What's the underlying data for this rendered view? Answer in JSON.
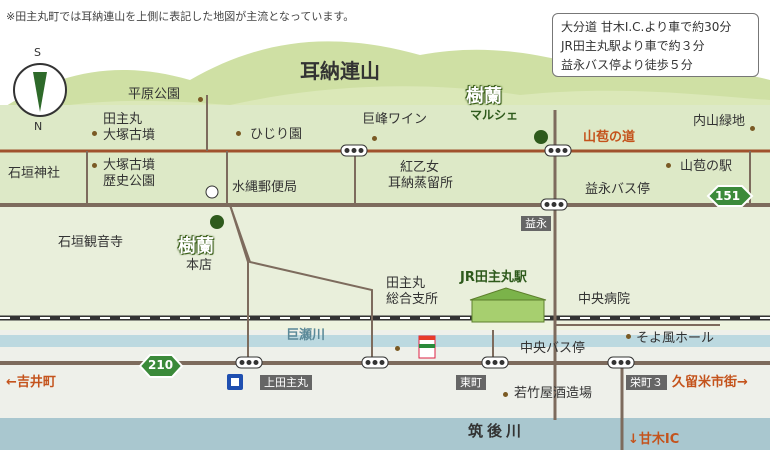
{
  "note": "※田主丸町では耳納連山を上側に表記した地図が主流となっています。",
  "access": [
    "大分道 甘木I.C.より車で約30分",
    "JR田主丸駅より車で約３分",
    "益永バス停より徒歩５分"
  ],
  "compass": {
    "south": "S",
    "north": "N"
  },
  "mountain": "耳納連山",
  "roads": {
    "yamabiko_no_michi": "山苞の道",
    "route_151": "151",
    "route_210": "210",
    "to_yoshii": "←吉井町",
    "to_kurume": "久留米市街→",
    "to_amagi_ic": "↓甘木IC"
  },
  "rivers": {
    "chikugo": "筑後川",
    "kose": "巨瀬川"
  },
  "places": {
    "hirabaru_park": "平原公園",
    "tanushimaru_otsuka_kofun_1": "田主丸",
    "tanushimaru_otsuka_kofun_2": "大塚古墳",
    "hijiri_en": "ひじり園",
    "kyoho_wine": "巨峰ワイン",
    "ishigaki_jinja": "石垣神社",
    "otsuka_park_1": "大塚古墳",
    "otsuka_park_2": "歴史公園",
    "mizunawa_post": "水縄郵便局",
    "beniotome_1": "紅乙女",
    "beniotome_2": "耳納蒸留所",
    "uchiyama_ryokuchi": "内山緑地",
    "yamabiko_no_eki": "山苞の駅",
    "masunaga_bus": "益永バス停",
    "ishigaki_kannon": "石垣観音寺",
    "sogo_branch_1": "田主丸",
    "sogo_branch_2": "総合支所",
    "jr_station": "JR田主丸駅",
    "central_hospital": "中央病院",
    "soyokaze_hall": "そよ風ホール",
    "central_bus": "中央バス停",
    "wakatakeya": "若竹屋酒造場"
  },
  "shops": {
    "honten_logo": "樹蘭",
    "honten_label": "本店",
    "marche_logo": "樹蘭",
    "marche_sub": "マルシェ"
  },
  "intersections": {
    "kamitanushimaru": "上田主丸",
    "higashimachi": "東町",
    "sakaemachi3": "栄町３",
    "masunaga": "益永"
  }
}
